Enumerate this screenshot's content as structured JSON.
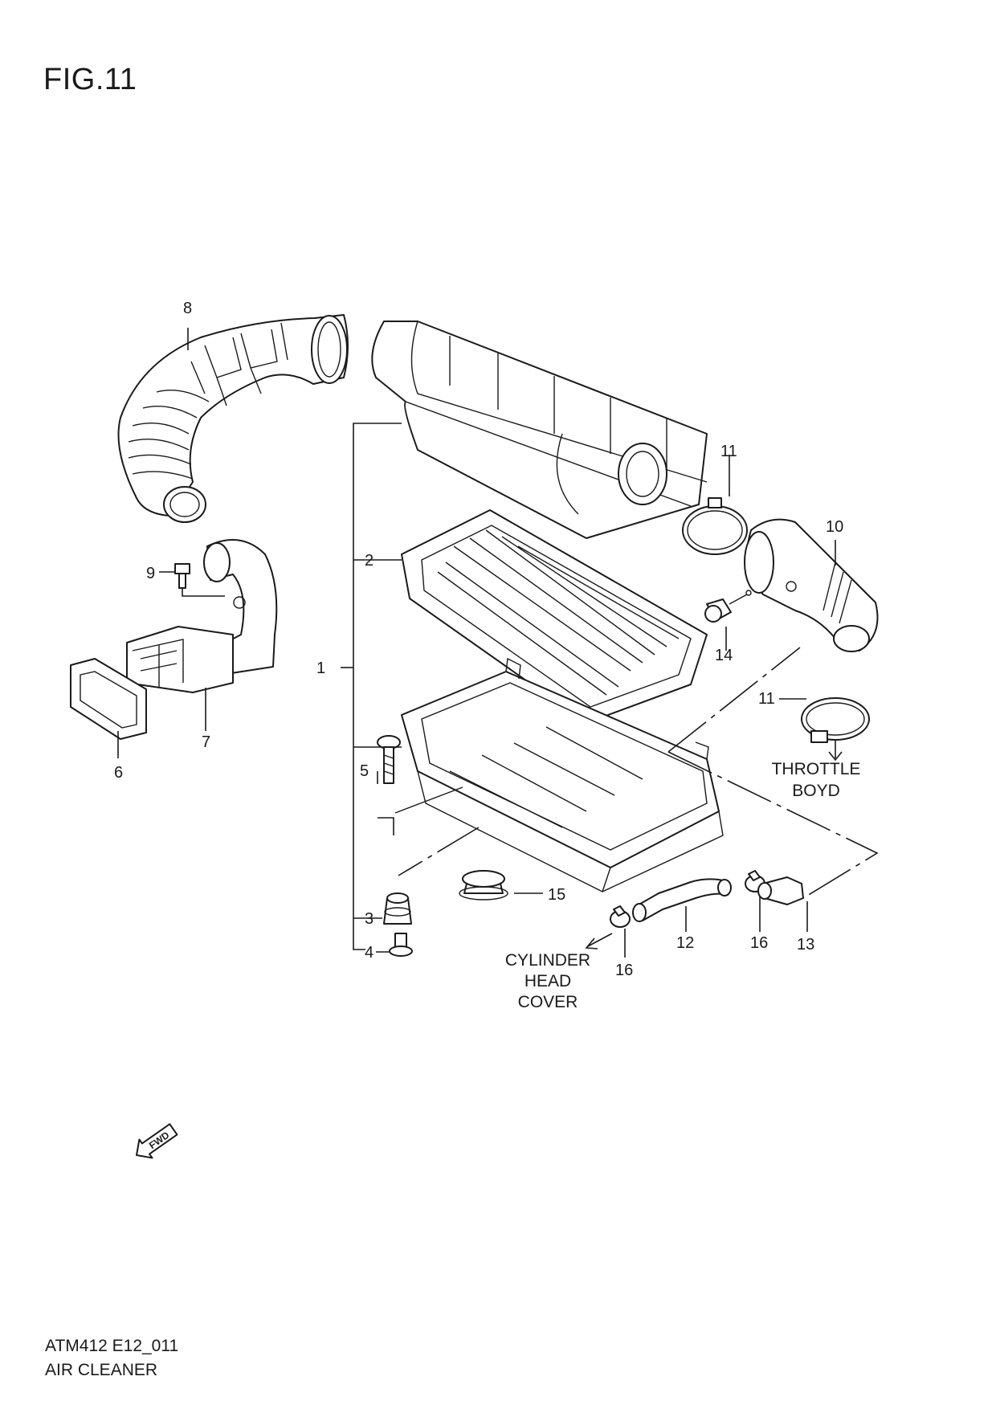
{
  "figure": {
    "title": "FIG.11"
  },
  "footer": {
    "code": "ATM412 E12_011",
    "name": "AIR CLEANER"
  },
  "callouts": [
    "1",
    "2",
    "3",
    "4",
    "5",
    "6",
    "7",
    "8",
    "9",
    "10",
    "11",
    "11",
    "12",
    "13",
    "14",
    "15",
    "16",
    "16"
  ],
  "notes": {
    "throttle": [
      "THROTTLE",
      "BOYD"
    ],
    "cylinder": [
      "CYLINDER",
      "HEAD",
      "COVER"
    ]
  },
  "fwd_badge": "FWD"
}
